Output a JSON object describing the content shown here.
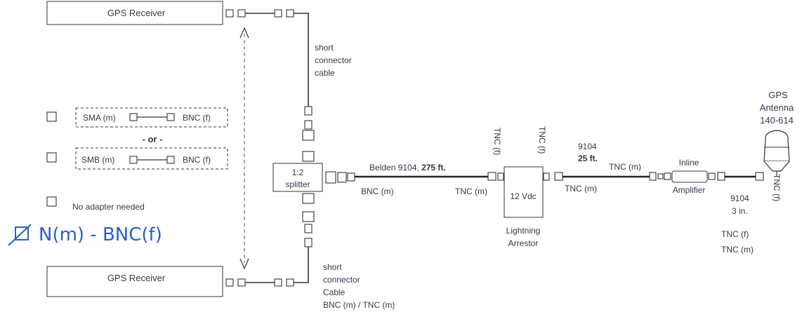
{
  "receivers": {
    "top_label": "GPS Receiver",
    "bottom_label": "GPS Receiver"
  },
  "cables": {
    "top_short_label": [
      "short",
      "connector",
      "cable"
    ],
    "bottom_short_label": [
      "short",
      "connector",
      "Cable",
      "BNC (m) / TNC (m)"
    ],
    "main_label": "Belden 9104, ",
    "main_length": "275 ft.",
    "mid_label": "9104",
    "mid_length": "25 ft.",
    "short_label": "9104",
    "short_length": "3 in."
  },
  "adapters": {
    "option1": {
      "left": "SMA (m)",
      "right": "BNC (f)"
    },
    "or_text": "- or -",
    "option2": {
      "left": "SMB (m)",
      "right": "BNC (f)"
    },
    "none_text": "No adapter needed",
    "handwritten": "N(m) - BNC(f)"
  },
  "splitter": {
    "line1": "1:2",
    "line2": "splitter"
  },
  "arrestor": {
    "voltage": "12 Vdc",
    "label1": "Lightning",
    "label2": "Arrestor",
    "conn_left": "TNC (f)",
    "conn_right": "TNC (f)"
  },
  "amplifier": {
    "label1": "Inline",
    "label2": "Amplifier"
  },
  "antenna": {
    "line1": "GPS",
    "line2": "Antenna",
    "line3": "140-614",
    "conn": "TNC (f)"
  },
  "connectors": {
    "bnc_m": "BNC (m)",
    "tnc_m_1": "TNC (m)",
    "tnc_m_2": "TNC (m)",
    "tnc_m_3": "TNC (m)",
    "tnc_f_bottom": "TNC (f)",
    "tnc_m_bottom": "TNC (m)"
  },
  "colors": {
    "ink": "#2f3a4a",
    "handwriting": "#2b5fc9"
  }
}
